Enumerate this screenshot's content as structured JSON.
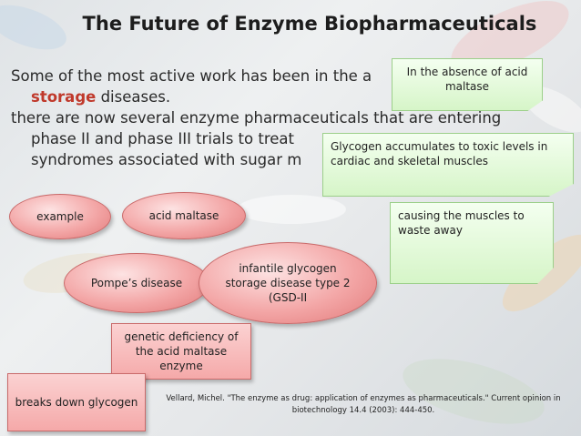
{
  "slide": {
    "title": "The Future of Enzyme Biopharmaceuticals",
    "body": {
      "line1_pre": "Some of the most active work has been in the a",
      "line2_highlight": "storage",
      "line2_post": " diseases.",
      "line3": "there are now several enzyme pharmaceuticals that are entering",
      "line4": "phase II and phase III trials to treat",
      "line5": "syndromes associated with sugar m"
    }
  },
  "diagram": {
    "example": "example",
    "acid_maltase": "acid maltase",
    "pompe": "Pompe’s disease",
    "infantile": "infantile glycogen storage disease type 2 (GSD-II",
    "genetic": "genetic deficiency of the acid maltase enzyme",
    "breaks_down": "breaks down glycogen"
  },
  "callouts": {
    "absence": "In the absence of acid maltase",
    "accumulates": "Glycogen accumulates to toxic levels in cardiac and skeletal muscles",
    "waste": "causing the muscles to waste away"
  },
  "citation": "Vellard, Michel. \"The enzyme as drug: application of enzymes as pharmaceuticals.\" Current opinion in biotechnology 14.4 (2003): 444-450.",
  "colors": {
    "highlight": "#c0392b",
    "pink_shape": "#f3a6a6",
    "callout_green": "#d6f5c8"
  }
}
